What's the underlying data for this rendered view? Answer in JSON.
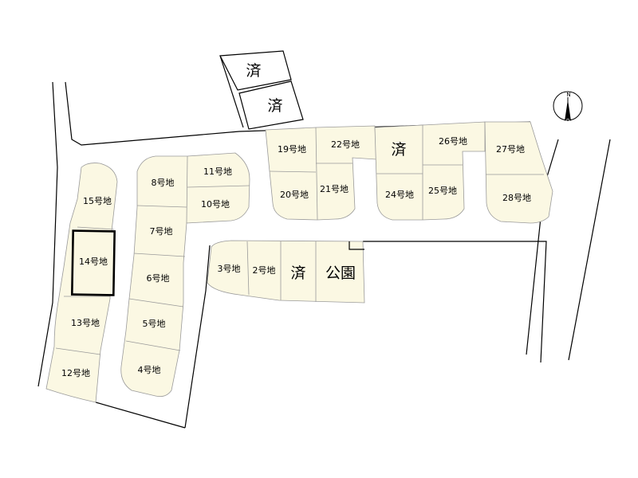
{
  "lots": {
    "l3": "3号地",
    "l2": "2号地",
    "l4": "4号地",
    "l5": "5号地",
    "l6": "6号地",
    "l7": "7号地",
    "l8": "8号地",
    "l10": "10号地",
    "l11": "11号地",
    "l12": "12号地",
    "l13": "13号地",
    "l14": "14号地",
    "l15": "15号地",
    "l19": "19号地",
    "l20": "20号地",
    "l21": "21号地",
    "l22": "22号地",
    "l24": "24号地",
    "l25": "25号地",
    "l26": "26号地",
    "l27": "27号地",
    "l28": "28号地"
  },
  "sold_label": "済",
  "park_label": "公園",
  "compass_label": "N",
  "highlighted_lot": "14号地"
}
